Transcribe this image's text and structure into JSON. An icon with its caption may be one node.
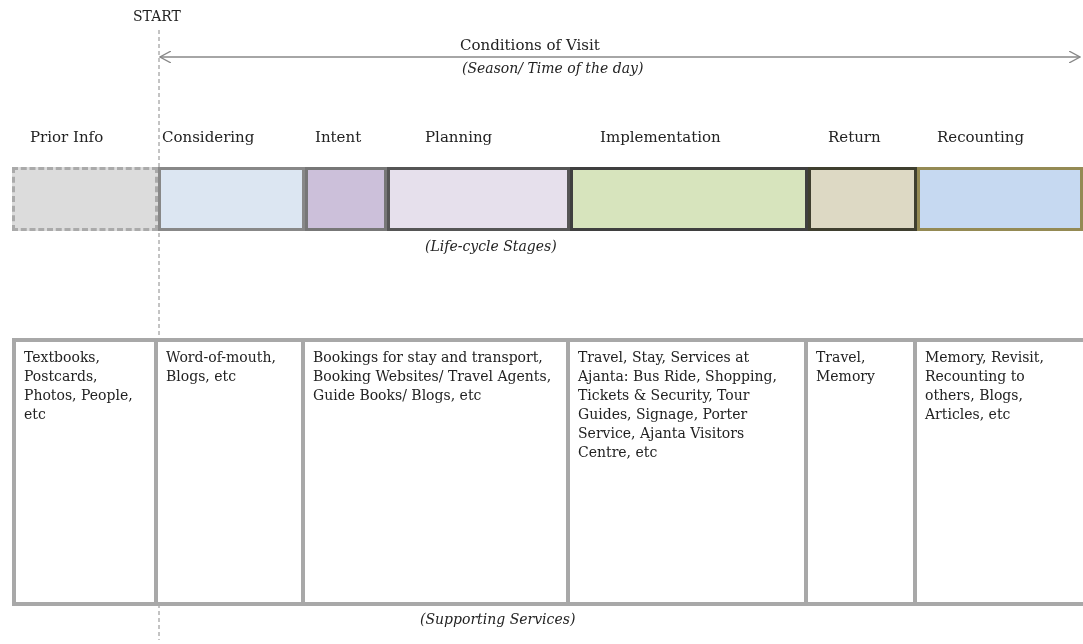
{
  "diagram": {
    "nodes": [
      {
        "text": [
          "Prior Info"
        ]
      },
      {
        "text": [
          "Considering"
        ]
      },
      {
        "text": [
          "Intent"
        ]
      },
      {
        "text": [
          "Planning"
        ]
      },
      {
        "text": [
          "Implementation"
        ]
      },
      {
        "text": [
          "Return"
        ]
      },
      {
        "text": [
          "Recounting"
        ]
      },
      {
        "text": [
          "Textbooks, Postcards, Photos, People, etc"
        ]
      },
      {
        "text": [
          "Word-of-mouth, Blogs, etc"
        ]
      },
      {
        "text": [
          "Bookings for stay and transport, Booking Websites/ Travel Agents, Guide Books/ Blogs, etc"
        ]
      },
      {
        "text": [
          "Travel, Stay, Services at Ajanta: Bus Ride, Shopping, Tickets & Security, Tour Guides, Signage, Porter Service, Ajanta Visitors Centre, etc"
        ]
      },
      {
        "text": [
          "Travel, Memory"
        ]
      },
      {
        "text": [
          "Memory, Revisit, Recounting to others, Blogs, Articles, etc"
        ]
      }
    ],
    "edges": [],
    "labels": [
      "START",
      "Conditions of Visit",
      "(Season/ Time of the day)",
      "(Life-cycle Stages)",
      "(Supporting Services)"
    ]
  }
}
